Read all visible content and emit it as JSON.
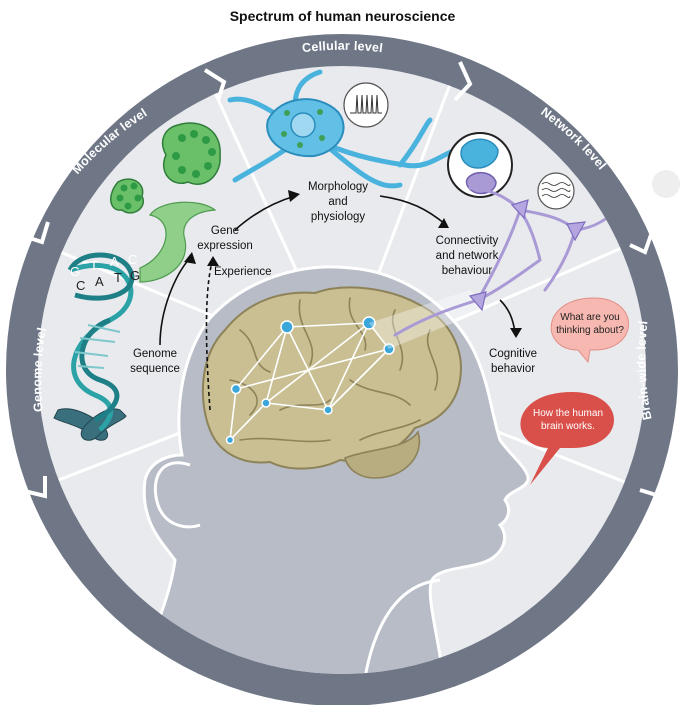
{
  "title": "Spectrum of human neuroscience",
  "levels": {
    "genome": "Genome level",
    "molecular": "Molecular level",
    "cellular": "Cellular level",
    "network": "Network level",
    "brainwide": "Brain-wide level"
  },
  "labels": {
    "genome_sequence_1": "Genome",
    "genome_sequence_2": "sequence",
    "gene_expression_1": "Gene",
    "gene_expression_2": "expression",
    "experience": "Experience",
    "morphology_1": "Morphology",
    "morphology_2": "and",
    "morphology_3": "physiology",
    "connectivity_1": "Connectivity",
    "connectivity_2": "and network",
    "connectivity_3": "behaviour",
    "cognitive_1": "Cognitive",
    "cognitive_2": "behavior"
  },
  "dna_letters": {
    "top": [
      "G",
      "T",
      "A",
      "C"
    ],
    "bottom": [
      "C",
      "A",
      "T",
      "G"
    ]
  },
  "bubbles": {
    "question_1": "What are you",
    "question_2": "thinking about?",
    "answer_1": "How the human",
    "answer_2": "brain works."
  },
  "colors": {
    "ring": "#6f7787",
    "panel": "#e9eaee",
    "head": "#b7bcc6",
    "brain": "#c9bf93",
    "brain_outline": "#8d8258",
    "green": "#3fa65a",
    "neuron_blue": "#4ab3dd",
    "network_purple": "#a99ad6",
    "dna_teal": "#2aa2a6",
    "bubble_pink": "#f6b8b0",
    "bubble_red": "#d9504a"
  }
}
